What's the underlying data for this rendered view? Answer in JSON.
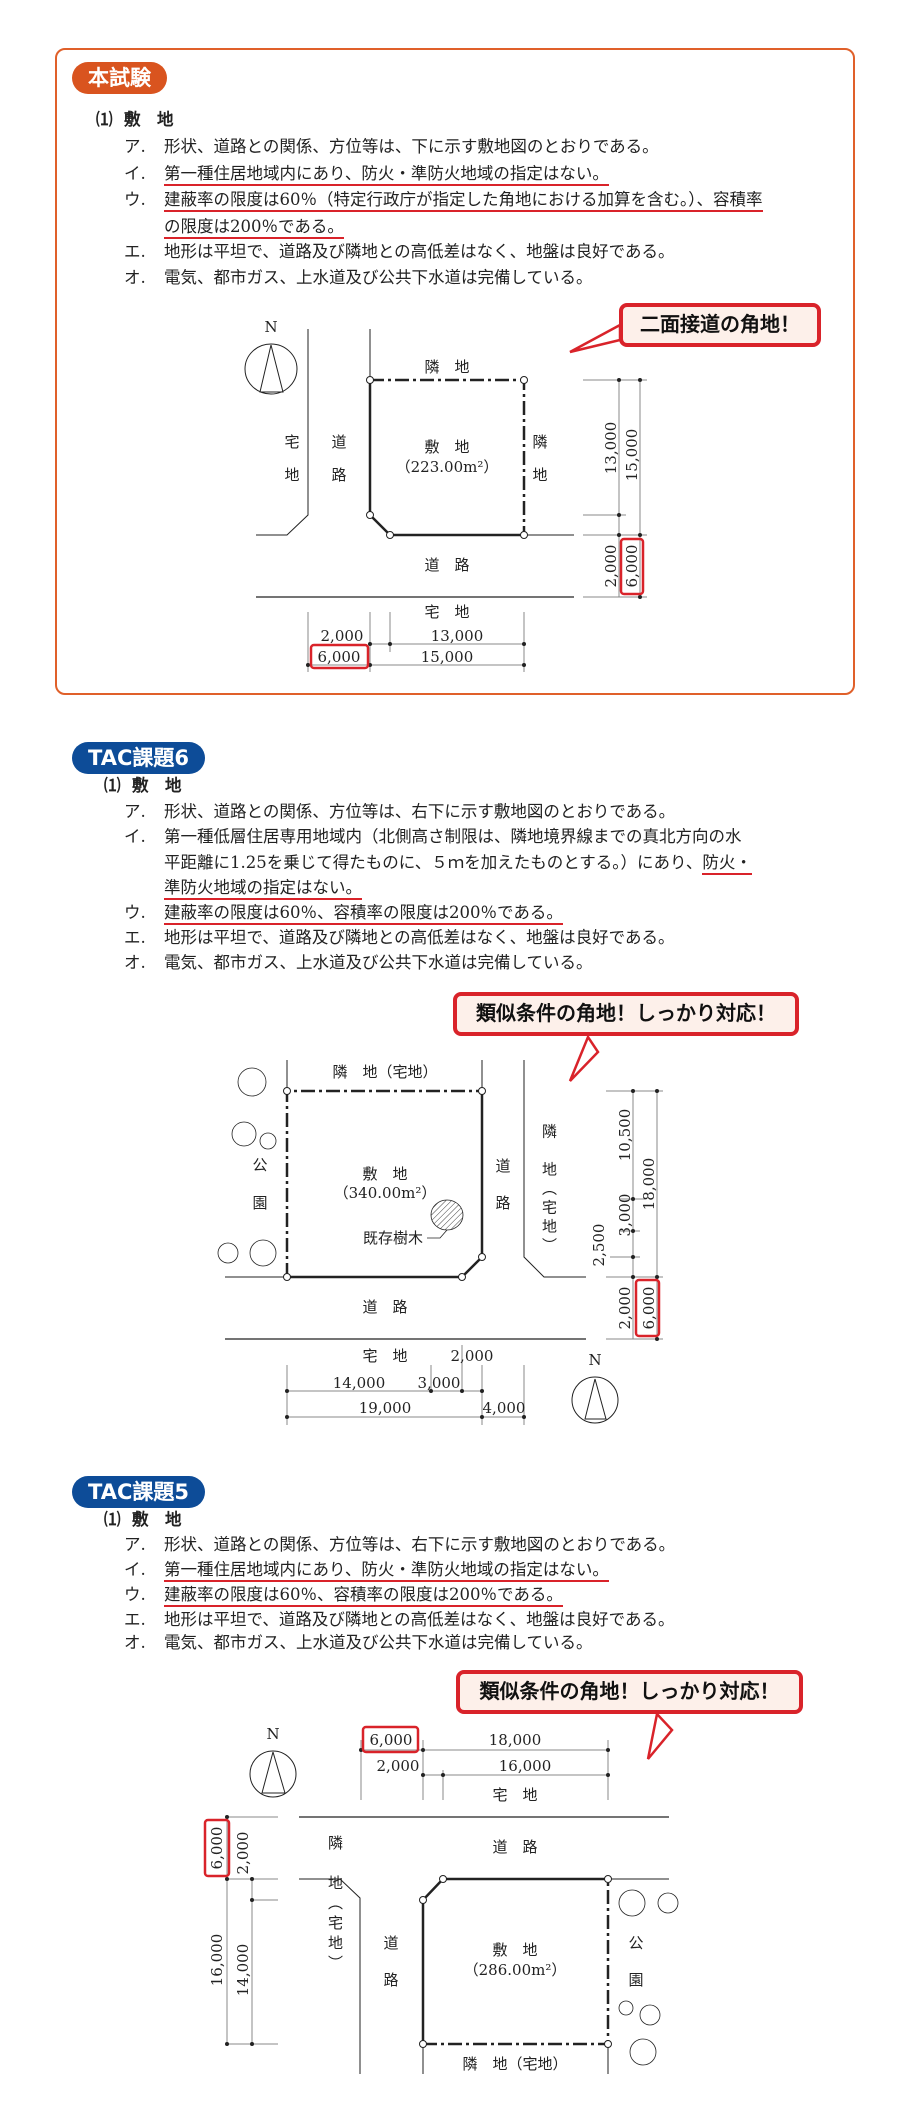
{
  "colors": {
    "exam_frame": "#e0602a",
    "exam_badge": "#d9541f",
    "tac_badge": "#0d4c98",
    "highlight": "#d9232a"
  },
  "sections": [
    {
      "badge": "本試験",
      "heading_num": "⑴",
      "heading": "敷　地",
      "items": {
        "a_mark": "ア.",
        "a": "形状、道路との関係、方位等は、下に示す敷地図のとおりである。",
        "i_mark": "イ.",
        "i": "第一種住居地域内にあり、防火・準防火地域の指定はない。",
        "u_mark": "ウ.",
        "u1": "建蔽率の限度は60％（特定行政庁が指定した角地における加算を含む。）、容積率",
        "u2": "の限度は200％である。",
        "e_mark": "エ.",
        "e": "地形は平坦で、道路及び隣地との高低差はなく、地盤は良好である。",
        "o_mark": "オ.",
        "o": "電気、都市ガス、上水道及び公共下水道は完備している。"
      },
      "callout": "二面接道の角地！",
      "diagram": {
        "north": "N",
        "top": "隣　地",
        "left_lot1": "宅",
        "left_lot2": "地",
        "left_road1": "道",
        "left_road2": "路",
        "site": "敷　地",
        "area": "（223.00m²）",
        "right1": "隣",
        "right2": "地",
        "road": "道　路",
        "bottom": "宅　地",
        "dims": {
          "r13000": "13,000",
          "r15000": "15,000",
          "r2000": "2,000",
          "r6000": "6,000",
          "b2000": "2,000",
          "b13000": "13,000",
          "b6000": "6,000",
          "b15000": "15,000"
        }
      }
    },
    {
      "badge": "TAC課題6",
      "heading_num": "⑴",
      "heading": "敷　地",
      "items": {
        "a_mark": "ア.",
        "a": "形状、道路との関係、方位等は、右下に示す敷地図のとおりである。",
        "i_mark": "イ.",
        "i1": "第一種低層住居専用地域内（北側高さ制限は、隣地境界線までの真北方向の水",
        "i2": "平距離に1.25を乗じて得たものに、５ｍを加えたものとする。）にあり、",
        "i2u": "防火・",
        "i3": "準防火地域の指定はない。",
        "u_mark": "ウ.",
        "u": "建蔽率の限度は60％、容積率の限度は200％である。",
        "e_mark": "エ.",
        "e": "地形は平坦で、道路及び隣地との高低差はなく、地盤は良好である。",
        "o_mark": "オ.",
        "o": "電気、都市ガス、上水道及び公共下水道は完備している。"
      },
      "callout": "類似条件の角地！しっかり対応！",
      "diagram": {
        "north": "N",
        "top": "隣　地（宅地）",
        "park1": "公",
        "park2": "園",
        "site": "敷　地",
        "area": "（340.00m²）",
        "tree": "既存樹木",
        "right_road1": "道",
        "right_road2": "路",
        "right_lot": "隣　地（宅地）",
        "road": "道　路",
        "bottom": "宅　地",
        "dims": {
          "r10500": "10,500",
          "r3000": "3,000",
          "r2500": "2,500",
          "r18000": "18,000",
          "r2000": "2,000",
          "r6000": "6,000",
          "b2000": "2,000",
          "b14000": "14,000",
          "b3000": "3,000",
          "b19000": "19,000",
          "b4000": "4,000"
        }
      }
    },
    {
      "badge": "TAC課題5",
      "heading_num": "⑴",
      "heading": "敷　地",
      "items": {
        "a_mark": "ア.",
        "a": "形状、道路との関係、方位等は、右下に示す敷地図のとおりである。",
        "i_mark": "イ.",
        "i": "第一種住居地域内にあり、防火・準防火地域の指定はない。",
        "u_mark": "ウ.",
        "u": "建蔽率の限度は60％、容積率の限度は200％である。",
        "e_mark": "エ.",
        "e": "地形は平坦で、道路及び隣地との高低差はなく、地盤は良好である。",
        "o_mark": "オ.",
        "o": "電気、都市ガス、上水道及び公共下水道は完備している。"
      },
      "callout": "類似条件の角地！しっかり対応！",
      "diagram": {
        "north": "N",
        "top_lot": "宅　地",
        "road": "道　路",
        "left_lot": "隣　地（宅地）",
        "left_road1": "道",
        "left_road2": "路",
        "site": "敷　地",
        "area": "（286.00m²）",
        "park1": "公",
        "park2": "園",
        "bottom": "隣　地（宅地）",
        "dims": {
          "t6000": "6,000",
          "t18000": "18,000",
          "t2000": "2,000",
          "t16000": "16,000",
          "l6000": "6,000",
          "l2000": "2,000",
          "l16000": "16,000",
          "l14000": "14,000"
        }
      }
    }
  ]
}
